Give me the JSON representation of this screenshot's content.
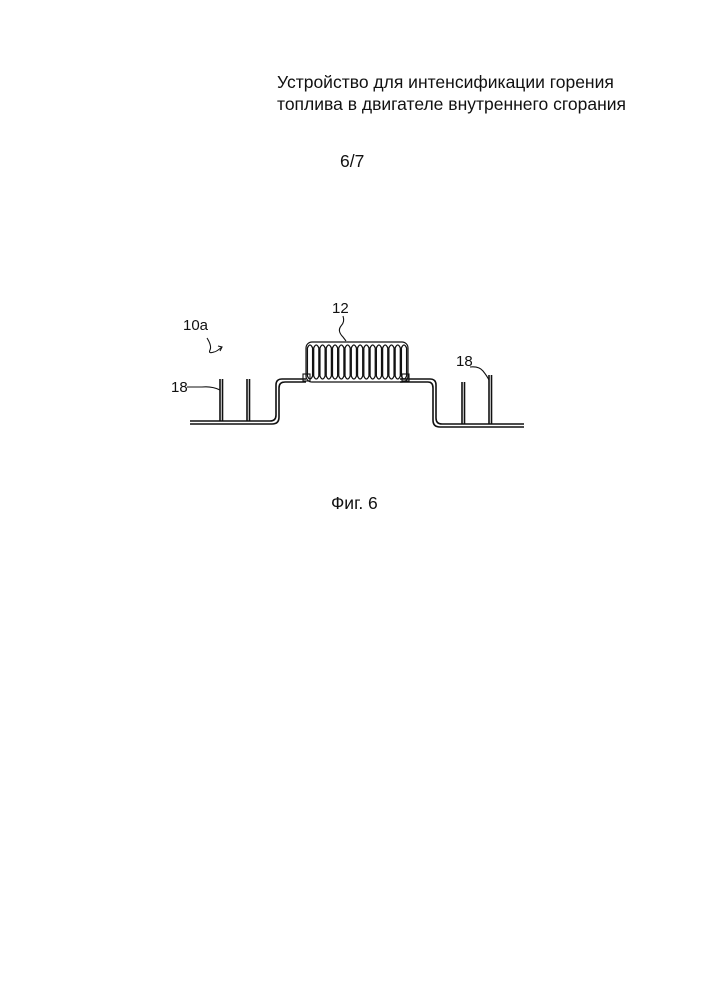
{
  "header": {
    "title_line1": "Устройство для интенсификации горения",
    "title_line2": "топлива в двигателе внутреннего сгорания"
  },
  "sheet": {
    "number": "6/7"
  },
  "figure": {
    "labels": {
      "assembly": "10a",
      "coil": "12",
      "tab_left": "18",
      "tab_right": "18"
    },
    "caption": "Фиг. 6"
  }
}
